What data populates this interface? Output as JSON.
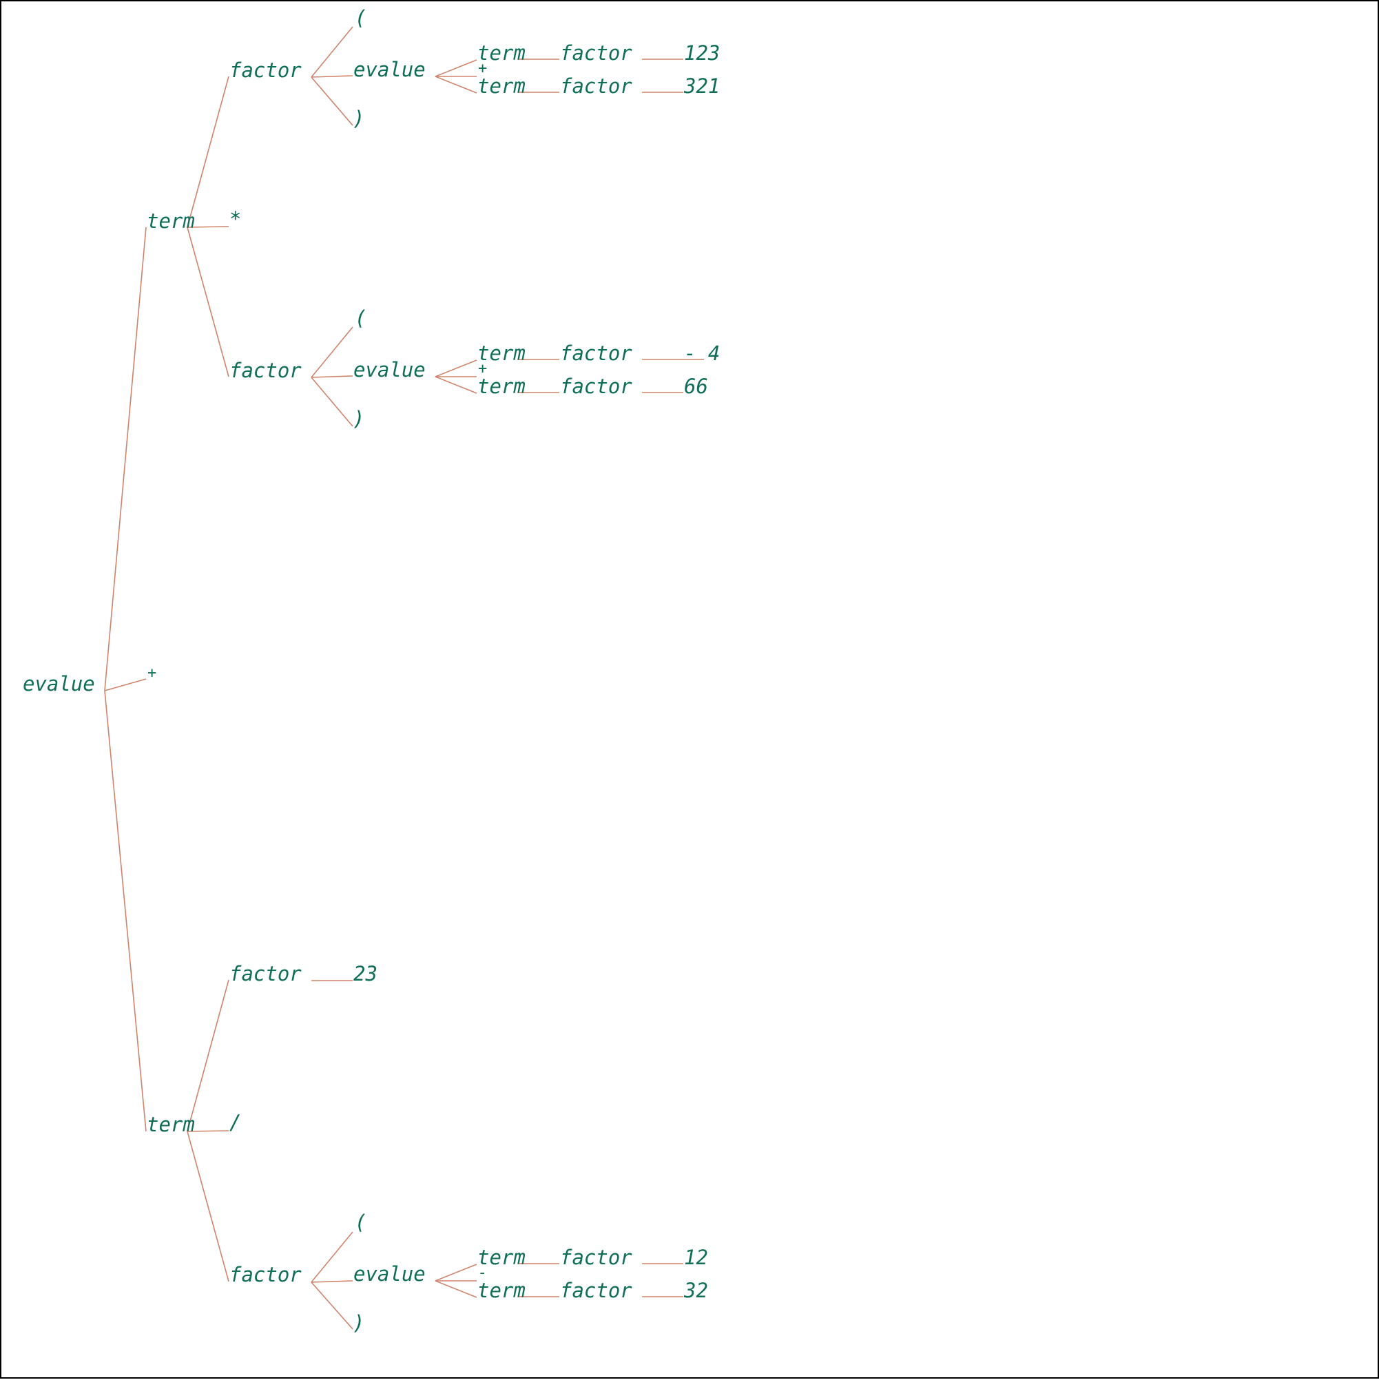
{
  "nodes": {
    "n_root": "evalue",
    "n_t1": "term",
    "n_plus_root": "+",
    "n_t2": "term",
    "n_f1": "factor",
    "n_star": "*",
    "n_f2": "factor",
    "n_f3": "factor",
    "n_slash": "/",
    "n_f4": "factor",
    "n_lp1": "(",
    "n_ev1": "evalue",
    "n_rp1": ")",
    "n_ev1_t1": "term",
    "n_ev1_f1": "factor",
    "n_ev1_v1": "123",
    "n_ev1_op": "+",
    "n_ev1_t2": "term",
    "n_ev1_f2": "factor",
    "n_ev1_v2": "321",
    "n_lp2": "(",
    "n_ev2": "evalue",
    "n_rp2": ")",
    "n_ev2_t1": "term",
    "n_ev2_f1": "factor",
    "n_ev2_v1": "- 4",
    "n_ev2_op": "+",
    "n_ev2_t2": "term",
    "n_ev2_f2": "factor",
    "n_ev2_v2": "66",
    "n_v23": "23",
    "n_lp3": "(",
    "n_ev3": "evalue",
    "n_rp3": ")",
    "n_ev3_t1": "term",
    "n_ev3_f1": "factor",
    "n_ev3_v1": "12",
    "n_ev3_op": "-",
    "n_ev3_t2": "term",
    "n_ev3_f2": "factor",
    "n_ev3_v2": "32"
  }
}
